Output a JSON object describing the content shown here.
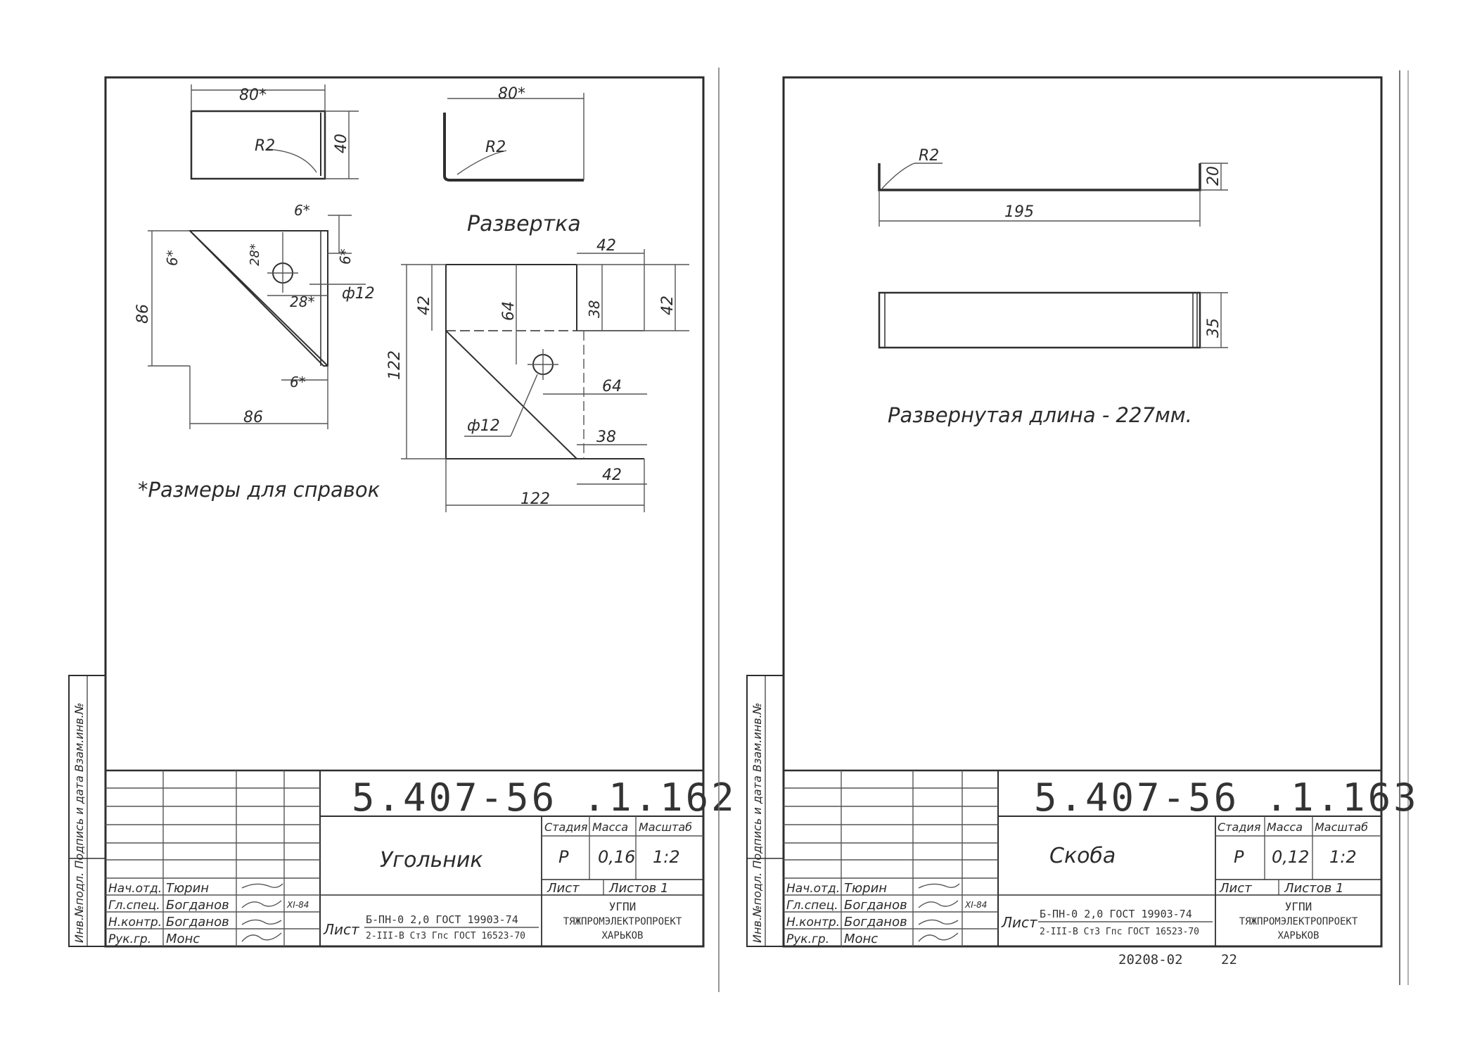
{
  "left_sheet": {
    "dims": {
      "top_width": "80*",
      "top_height": "40",
      "top_radius": "R2",
      "side_width": "80*",
      "side_radius": "R2",
      "tri_6a": "6*",
      "tri_6b": "6*",
      "tri_6c": "6*",
      "tri_6d": "6*",
      "tri_28a": "28*",
      "tri_28b": "28*",
      "tri_hole": "ф12",
      "tri_height": "86",
      "tri_width": "86"
    },
    "development_title": "Развертка",
    "dev_dims": {
      "top42": "42",
      "left42": "42",
      "d64": "64",
      "d38": "38",
      "right42": "42",
      "h122": "122",
      "r64": "64",
      "r38": "38",
      "b42": "42",
      "w122": "122",
      "hole": "ф12"
    },
    "note": "*Размеры для справок",
    "sidebar_label": "Инв.№подл. Подпись и дата Взам.инв.№",
    "title_block": {
      "code": "5.407-56 .1.162",
      "name": "Угольник",
      "stage_h": "Стадия",
      "mass_h": "Масса",
      "scale_h": "Масштаб",
      "stage": "Р",
      "mass": "0,16",
      "scale": "1:2",
      "sheet_h": "Лист",
      "sheets_h": "Листов 1",
      "roles": [
        "Нач.отд.",
        "Гл.спец.",
        "Н.контр.",
        "Рук.гр."
      ],
      "names": [
        "Тюрин",
        "Богданов",
        "Богданов",
        "Монс"
      ],
      "date": "XI-84",
      "material_label": "Лист",
      "material_top": "Б-ПН-0 2,0 ГОСТ 19903-74",
      "material_bottom": "2-III-В Ст3 Гпс ГОСТ 16523-70",
      "org1": "УГПИ",
      "org2": "ТЯЖПРОМЭЛЕКТРОПРОЕКТ",
      "org3": "ХАРЬКОВ"
    }
  },
  "right_sheet": {
    "dims": {
      "radius": "R2",
      "length": "195",
      "height": "20",
      "width": "35"
    },
    "note": "Развернутая длина - 227мм.",
    "sidebar_label": "Инв.№подл. Подпись и дата Взам.инв.№",
    "title_block": {
      "code": "5.407-56 .1.163",
      "name": "Скоба",
      "stage_h": "Стадия",
      "mass_h": "Масса",
      "scale_h": "Масштаб",
      "stage": "Р",
      "mass": "0,12",
      "scale": "1:2",
      "sheet_h": "Лист",
      "sheets_h": "Листов 1",
      "roles": [
        "Нач.отд.",
        "Гл.спец.",
        "Н.контр.",
        "Рук.гр."
      ],
      "names": [
        "Тюрин",
        "Богданов",
        "Богданов",
        "Монс"
      ],
      "date": "XI-84",
      "material_label": "Лист",
      "material_top": "Б-ПН-0 2,0 ГОСТ 19903-74",
      "material_bottom": "2-III-В Ст3 Гпс ГОСТ 16523-70",
      "org1": "УГПИ",
      "org2": "ТЯЖПРОМЭЛЕКТРОПРОЕКТ",
      "org3": "ХАРЬКОВ"
    },
    "archive_number": "20208-02",
    "page_number": "22"
  }
}
